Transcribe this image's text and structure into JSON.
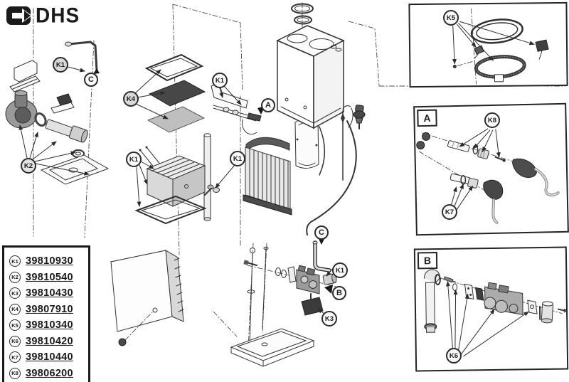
{
  "logo": {
    "text": "DHS"
  },
  "parts_list": {
    "items": [
      {
        "key": "K1",
        "number": "39810930"
      },
      {
        "key": "K2",
        "number": "39810540"
      },
      {
        "key": "K3",
        "number": "39810430"
      },
      {
        "key": "K4",
        "number": "39807910"
      },
      {
        "key": "K5",
        "number": "39810340"
      },
      {
        "key": "K6",
        "number": "39810420"
      },
      {
        "key": "K7",
        "number": "39810440"
      },
      {
        "key": "K8",
        "number": "39806200"
      }
    ]
  },
  "callouts": {
    "k1": "K1",
    "k2": "K2",
    "k3": "K3",
    "k4": "K4",
    "k5": "K5",
    "k6": "K6",
    "k7": "K7",
    "k8": "K8",
    "a": "A",
    "b": "B",
    "c": "C"
  },
  "insets": {
    "detail_a_label": "A",
    "detail_b_label": "B"
  },
  "colors": {
    "ink": "#2b2b2b",
    "paper": "#ffffff",
    "dark_part": "#3f3f3f",
    "gray_part": "#bfbfbf"
  }
}
